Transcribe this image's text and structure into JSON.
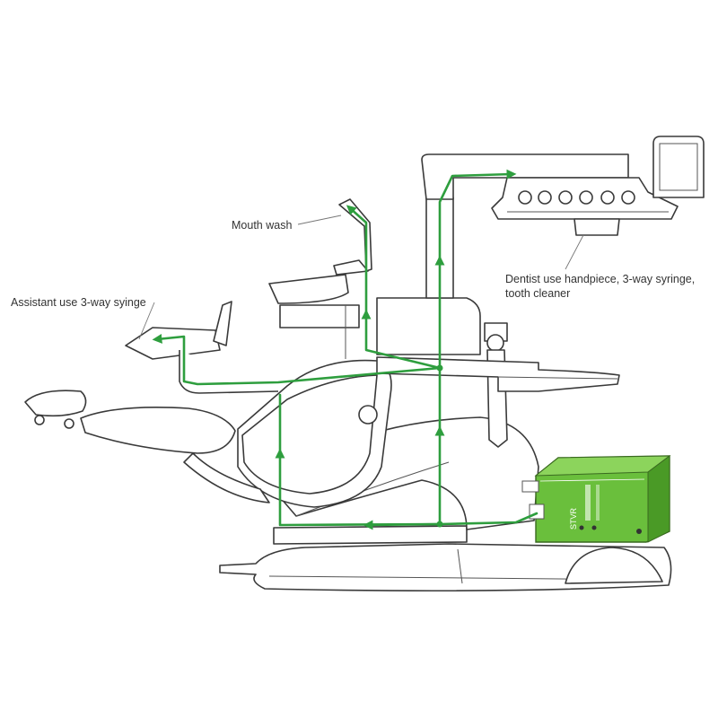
{
  "labels": {
    "mouth_wash": "Mouth wash",
    "assistant": "Assistant use 3-way syinge",
    "dentist_line1": "Dentist use handpiece, 3-way syringe,",
    "dentist_line2": "tooth cleaner"
  },
  "device": {
    "brand": "STVR"
  },
  "colors": {
    "flow": "#2e9e3e",
    "device_body": "#6abf3c",
    "device_dark": "#4a9a26",
    "outline": "#3a3a3a"
  }
}
